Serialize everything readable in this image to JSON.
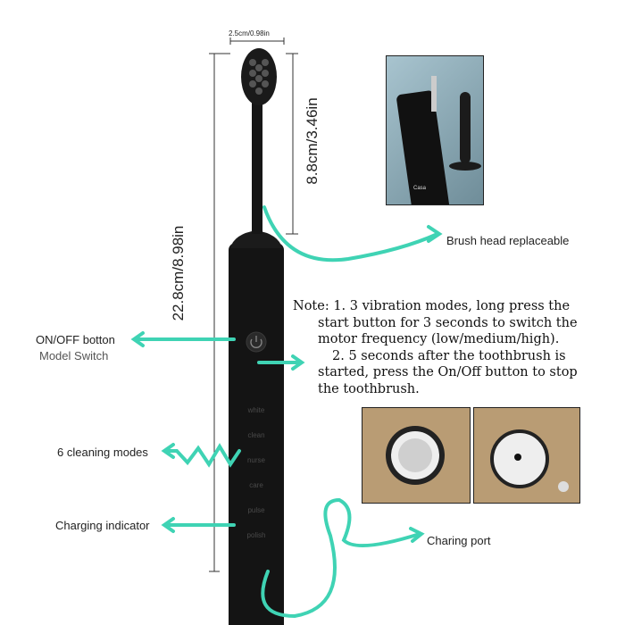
{
  "dimensions": {
    "head_width": "2.5cm/0.98in",
    "head_length": "8.8cm/3.46in",
    "total_length": "22.8cm/8.98in"
  },
  "callouts": {
    "brush_head": "Brush head replaceable",
    "on_off": "ON/OFF botton",
    "model_switch": "Model Switch",
    "cleaning_modes": "6 cleaning modes",
    "charging_indicator": "Charging indicator",
    "charging_port": "Charing port"
  },
  "note": {
    "line1": "Note: 1. 3 vibration modes, long press the",
    "line2": "start button for 3 seconds to switch the",
    "line3": "motor frequency (low/medium/high).",
    "line4": "2. 5 seconds after the toothbrush is",
    "line5": "started, press the On/Off button to stop",
    "line6": "the toothbrush."
  },
  "modes": [
    "white",
    "clean",
    "nurse",
    "care",
    "pulse",
    "polish"
  ],
  "photo_label": "Casa",
  "colors": {
    "accent": "#3fd3b4",
    "body": "#141414"
  }
}
